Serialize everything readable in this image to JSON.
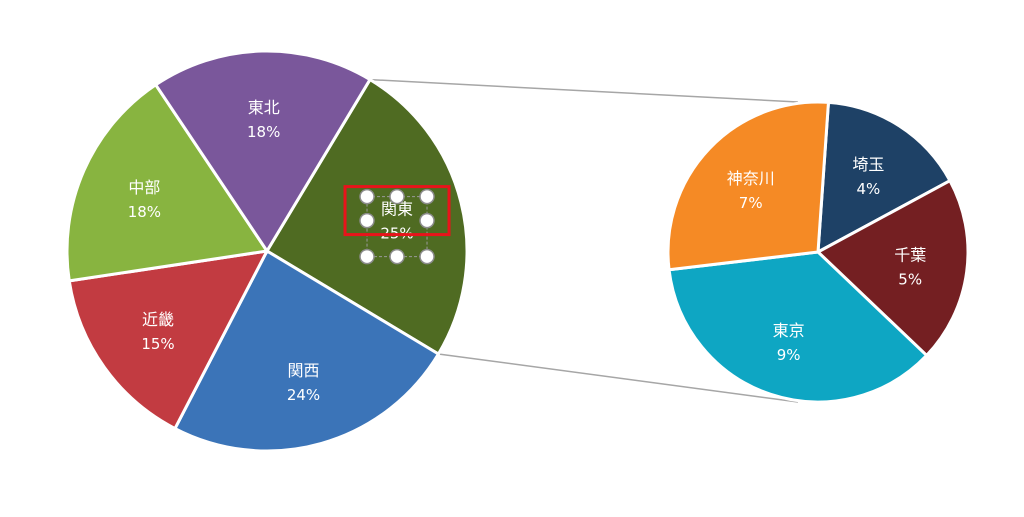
{
  "chart_data": {
    "type": "pie",
    "subtype": "pie-of-pie",
    "main_pie": {
      "slices": [
        {
          "label": "関東",
          "value_label": "25%",
          "value": 25,
          "color": "#4f6b22"
        },
        {
          "label": "関西",
          "value_label": "24%",
          "value": 24,
          "color": "#3b74b8"
        },
        {
          "label": "近畿",
          "value_label": "15%",
          "value": 15,
          "color": "#c23b41"
        },
        {
          "label": "中部",
          "value_label": "18%",
          "value": 18,
          "color": "#88b440"
        },
        {
          "label": "東北",
          "value_label": "18%",
          "value": 18,
          "color": "#7a579b"
        }
      ]
    },
    "secondary_pie": {
      "breakdown_of": "関東",
      "slices": [
        {
          "label": "埼玉",
          "value_label": "4%",
          "value": 4,
          "color": "#1e4166"
        },
        {
          "label": "千葉",
          "value_label": "5%",
          "value": 5,
          "color": "#741f22"
        },
        {
          "label": "東京",
          "value_label": "9%",
          "value": 9,
          "color": "#0ea6c3"
        },
        {
          "label": "神奈川",
          "value_label": "7%",
          "value": 7,
          "color": "#f58a25"
        }
      ]
    },
    "selection": {
      "selected_label": "関東",
      "highlight_color": "#e8141b"
    },
    "connector_color": "#a6a6a6",
    "slice_border_color": "#ffffff"
  }
}
